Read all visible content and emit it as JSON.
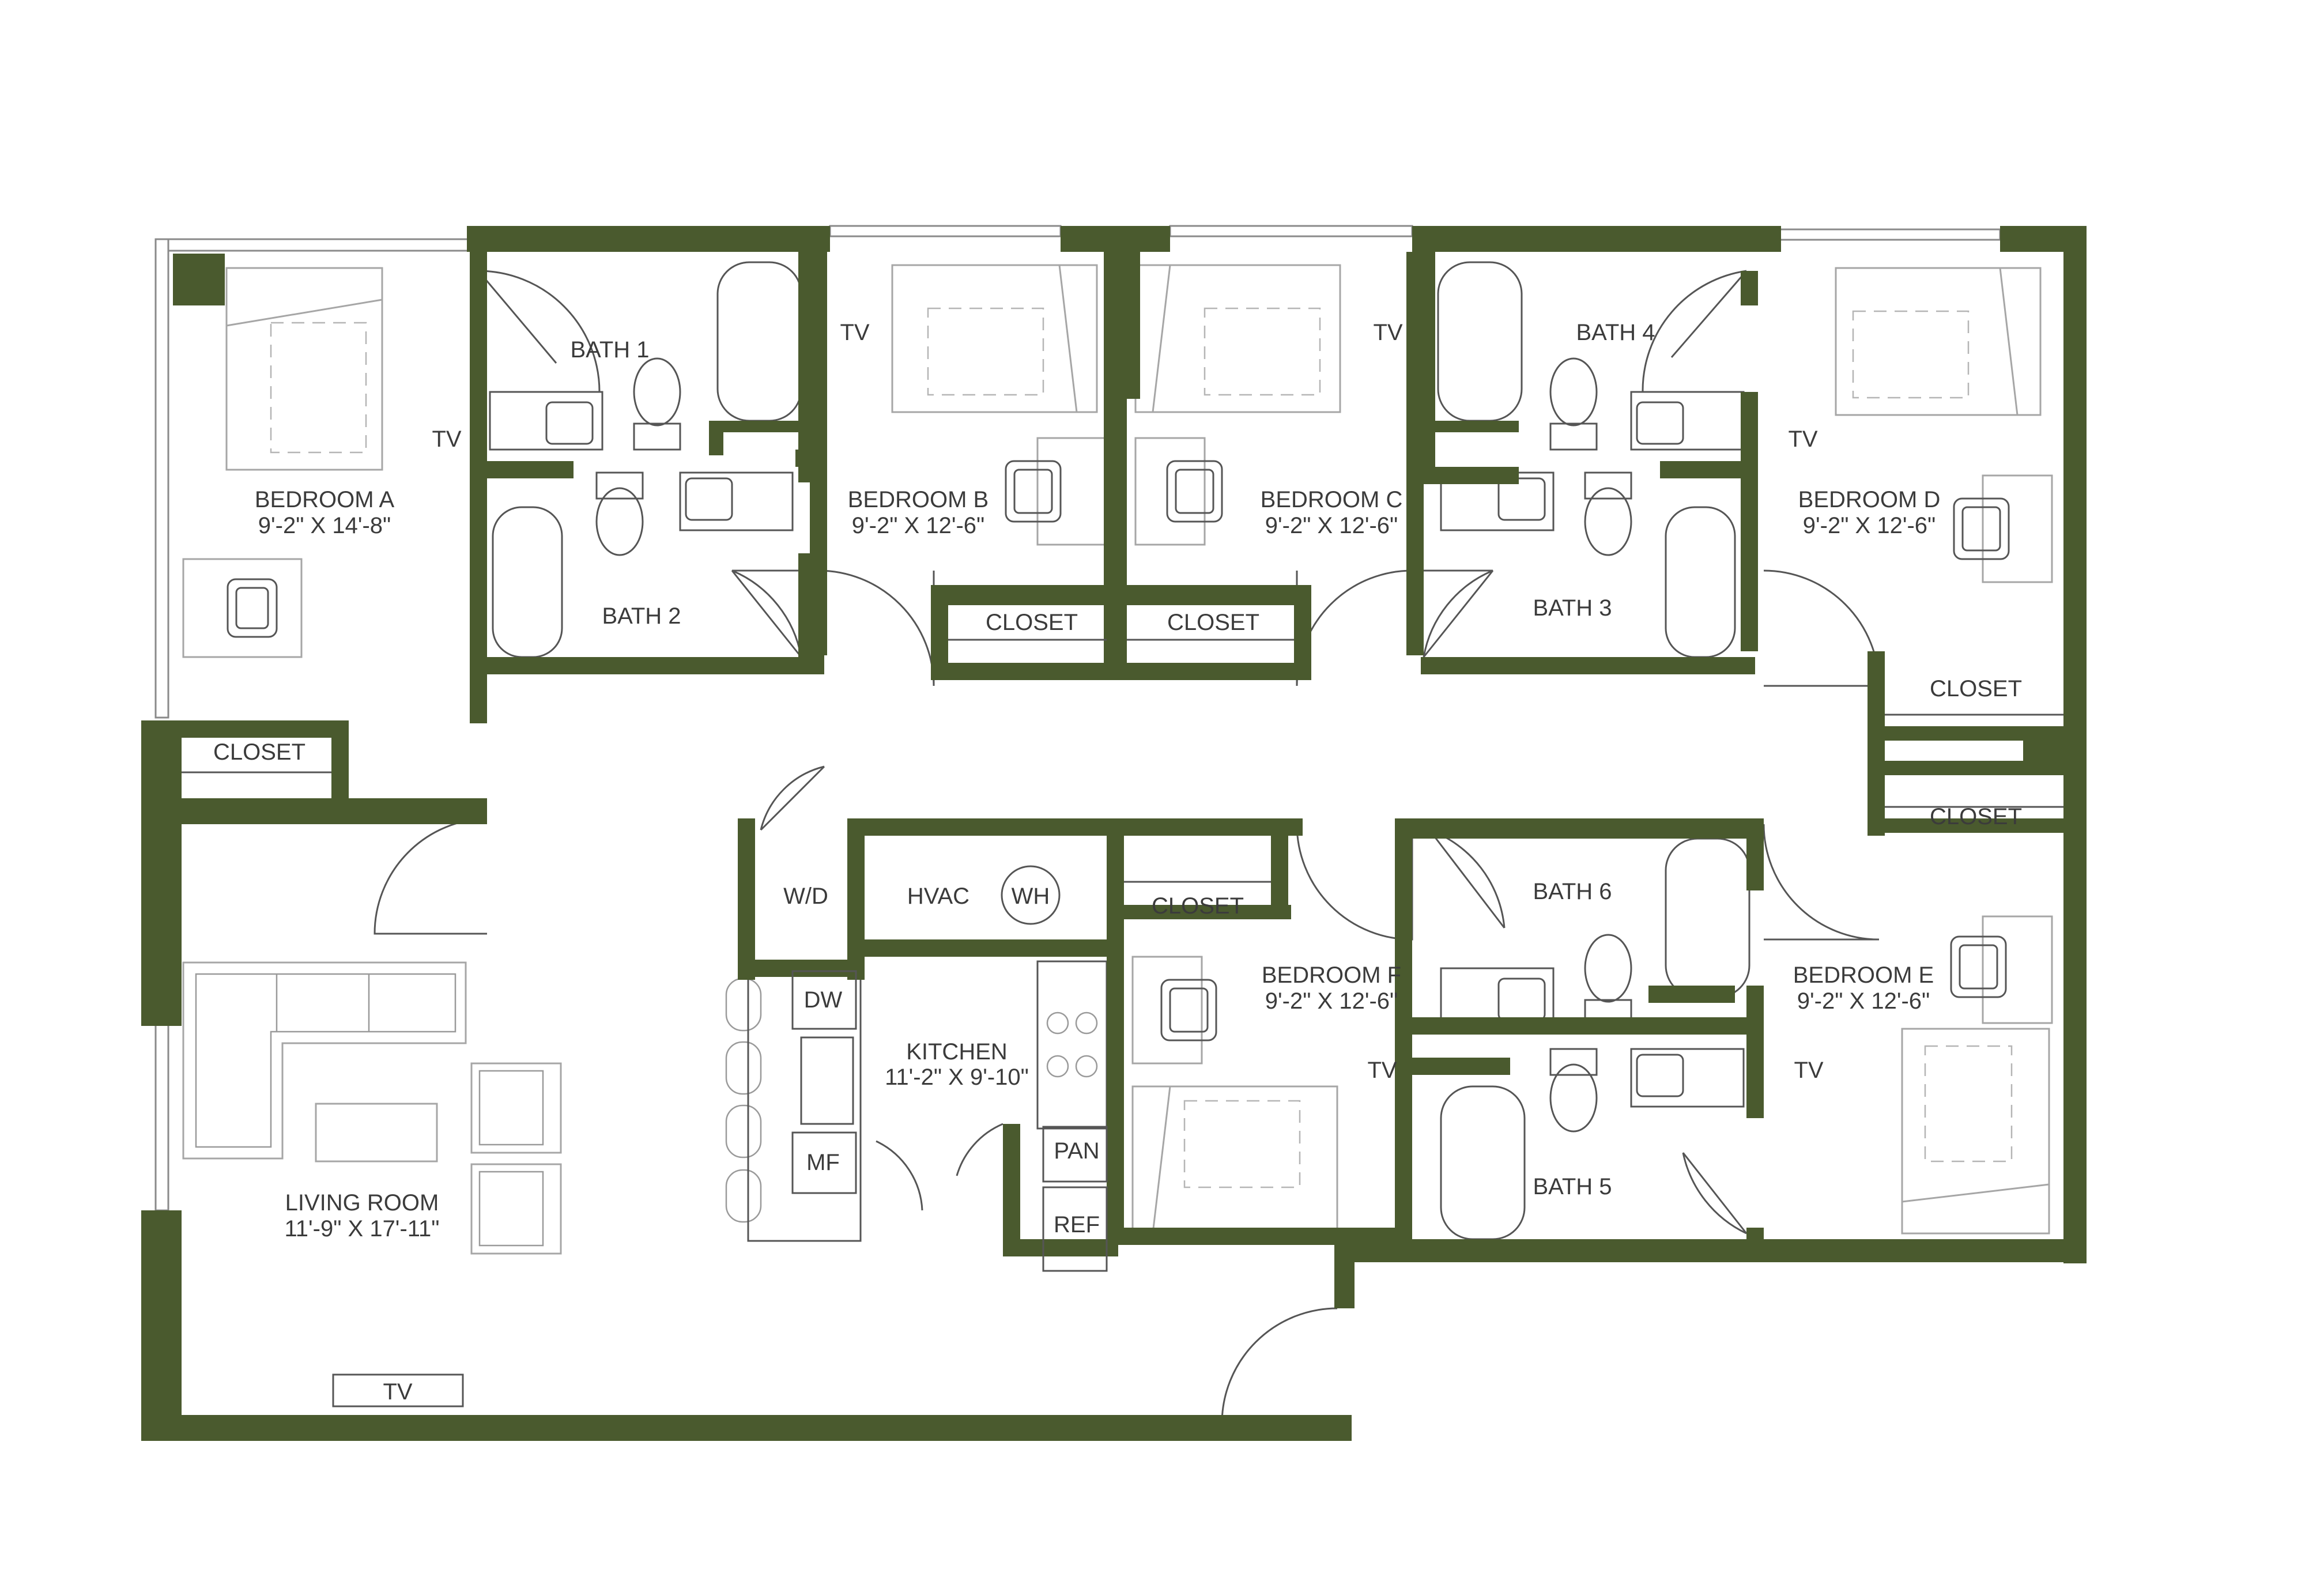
{
  "colors": {
    "wall": "#4a5a2e",
    "text": "#3b3b3b",
    "fixture": "#555555",
    "furniture": "#a6a6a6"
  },
  "rooms": {
    "bedroom_a": {
      "name": "BEDROOM A",
      "dims": "9'-2\" X 14'-8\""
    },
    "bedroom_b": {
      "name": "BEDROOM B",
      "dims": "9'-2\" X 12'-6\""
    },
    "bedroom_c": {
      "name": "BEDROOM C",
      "dims": "9'-2\" X 12'-6\""
    },
    "bedroom_d": {
      "name": "BEDROOM D",
      "dims": "9'-2\" X 12'-6\""
    },
    "bedroom_e": {
      "name": "BEDROOM E",
      "dims": "9'-2\" X 12'-6\""
    },
    "bedroom_f": {
      "name": "BEDROOM F",
      "dims": "9'-2\" X 12'-6\""
    },
    "kitchen": {
      "name": "KITCHEN",
      "dims": "11'-2\" X 9'-10\""
    },
    "living_room": {
      "name": "LIVING ROOM",
      "dims": "11'-9\" X 17'-11\""
    },
    "bath_1": "BATH 1",
    "bath_2": "BATH 2",
    "bath_3": "BATH 3",
    "bath_4": "BATH 4",
    "bath_5": "BATH 5",
    "bath_6": "BATH 6"
  },
  "closets": {
    "a": "CLOSET",
    "b": "CLOSET",
    "c": "CLOSET",
    "d": "CLOSET",
    "e": "CLOSET",
    "f": "CLOSET"
  },
  "utilities": {
    "wd": "W/D",
    "hvac": "HVAC",
    "wh": "WH",
    "dw": "DW",
    "mf": "MF",
    "pan": "PAN",
    "ref": "REF"
  },
  "tv_label": "TV"
}
